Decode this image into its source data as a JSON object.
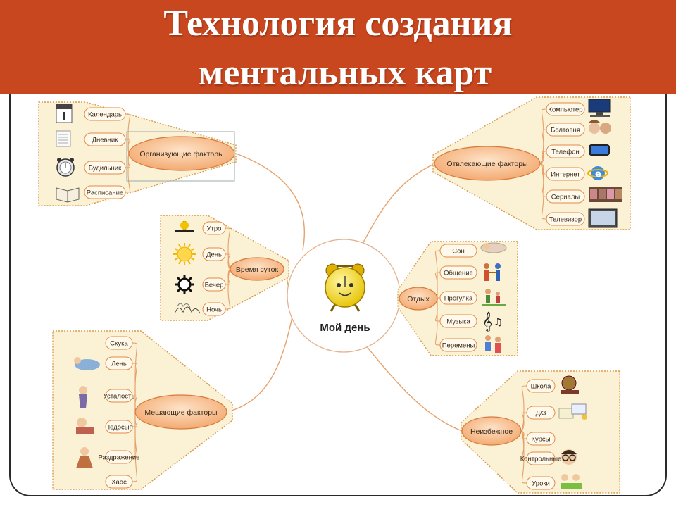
{
  "header": {
    "title_line1": "Технология создания",
    "title_line2": "ментальных карт"
  },
  "colors": {
    "header_bg": "#c9471f",
    "branch_bg": "#fbf2d6",
    "node_border": "#e38b46",
    "category_fill": "#f7c49a"
  },
  "center": {
    "label": "Мой день",
    "icon": "alarm-clock-icon"
  },
  "branches": [
    {
      "id": "org",
      "label": "Организующие факторы",
      "items": [
        {
          "label": "Календарь",
          "icon": "calendar-icon"
        },
        {
          "label": "Дневник",
          "icon": "diary-icon"
        },
        {
          "label": "Будильник",
          "icon": "alarm-clock-icon"
        },
        {
          "label": "Расписание",
          "icon": "open-book-icon"
        }
      ]
    },
    {
      "id": "time",
      "label": "Время суток",
      "items": [
        {
          "label": "Утро",
          "icon": "sunrise-icon"
        },
        {
          "label": "День",
          "icon": "sun-icon"
        },
        {
          "label": "Вечер",
          "icon": "dark-sun-icon"
        },
        {
          "label": "Ночь",
          "icon": "night-sketch-icon"
        }
      ]
    },
    {
      "id": "hind",
      "label": "Мешающие факторы",
      "items": [
        {
          "label": "Скука",
          "icon": ""
        },
        {
          "label": "Лень",
          "icon": "lazy-person-icon"
        },
        {
          "label": "Усталость",
          "icon": "tired-person-icon"
        },
        {
          "label": "Недосып",
          "icon": "sleepy-person-icon"
        },
        {
          "label": "Раздражение",
          "icon": "angry-person-icon"
        },
        {
          "label": "Хаос",
          "icon": ""
        }
      ]
    },
    {
      "id": "dist",
      "label": "Отвлекающие факторы",
      "items": [
        {
          "label": "Компьютер",
          "icon": "computer-icon"
        },
        {
          "label": "Болтовня",
          "icon": "chatting-people-icon"
        },
        {
          "label": "Телефон",
          "icon": "phone-icon"
        },
        {
          "label": "Интернет",
          "icon": "internet-icon"
        },
        {
          "label": "Сериалы",
          "icon": "film-strip-icon"
        },
        {
          "label": "Телевизор",
          "icon": "tv-icon"
        }
      ]
    },
    {
      "id": "rest",
      "label": "Отдых",
      "items": [
        {
          "label": "Сон",
          "icon": "sleeping-child-icon"
        },
        {
          "label": "Общение",
          "icon": "handshake-icon"
        },
        {
          "label": "Прогулка",
          "icon": "walk-icon"
        },
        {
          "label": "Музыка",
          "icon": "music-notes-icon"
        },
        {
          "label": "Перемены",
          "icon": "children-play-icon"
        }
      ]
    },
    {
      "id": "inev",
      "label": "Неизбежное",
      "items": [
        {
          "label": "Школа",
          "icon": "globe-books-icon"
        },
        {
          "label": "Д/З",
          "icon": "homework-icon"
        },
        {
          "label": "Курсы",
          "icon": ""
        },
        {
          "label": "Контрольные",
          "icon": "student-glasses-icon"
        },
        {
          "label": "Уроки",
          "icon": "kids-studying-icon"
        }
      ]
    }
  ]
}
